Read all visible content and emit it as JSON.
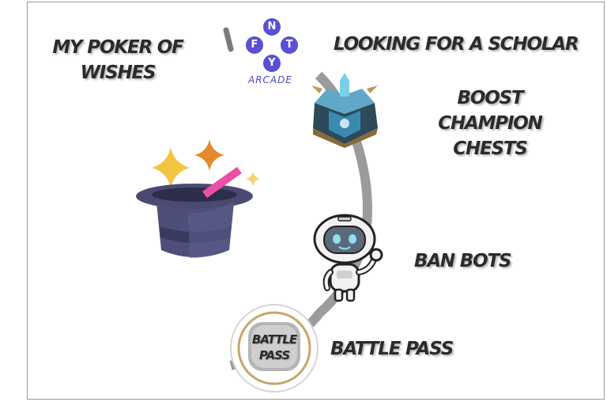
{
  "labels": {
    "poker": "MY POKER OF\nWISHES",
    "scholar": "LOOKING FOR A SCHOLAR",
    "chests": "BOOST CHAMPION\nCHESTS",
    "bots": "BAN BOTS",
    "battle_pass": "BATTLE PASS"
  },
  "logo": {
    "letters": [
      "N",
      "F",
      "T",
      "Y"
    ],
    "subtitle": "ARCADE",
    "color": "#5b4fd6"
  },
  "badge": {
    "text": "BATTLE\nPASS"
  },
  "colors": {
    "path": "#9b9b9b",
    "text": "#2b2b2b",
    "hat": "#4a4a72",
    "star": "#f4c542",
    "wand": "#ee4fa6"
  }
}
